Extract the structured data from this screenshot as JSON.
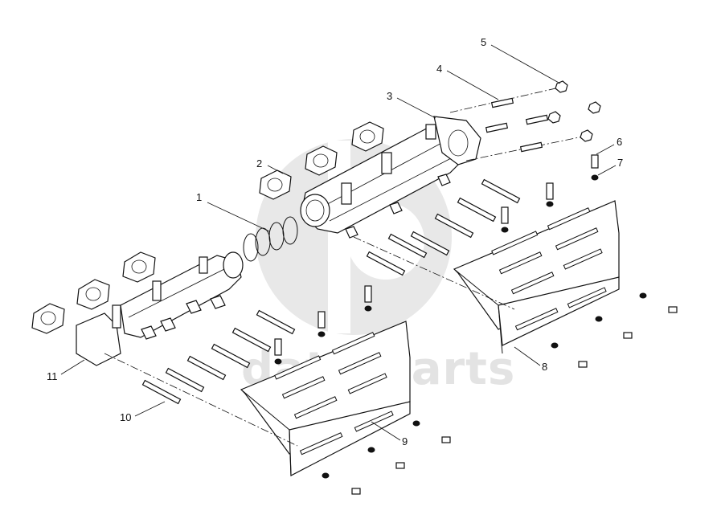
{
  "diagram": {
    "watermark": {
      "text": "data-parts"
    },
    "callouts": [
      {
        "id": "1",
        "label": "1"
      },
      {
        "id": "2",
        "label": "2"
      },
      {
        "id": "3",
        "label": "3"
      },
      {
        "id": "4",
        "label": "4"
      },
      {
        "id": "5",
        "label": "5"
      },
      {
        "id": "6",
        "label": "6"
      },
      {
        "id": "7",
        "label": "7"
      },
      {
        "id": "8",
        "label": "8"
      },
      {
        "id": "9",
        "label": "9"
      },
      {
        "id": "10",
        "label": "10"
      },
      {
        "id": "11",
        "label": "11"
      }
    ]
  }
}
